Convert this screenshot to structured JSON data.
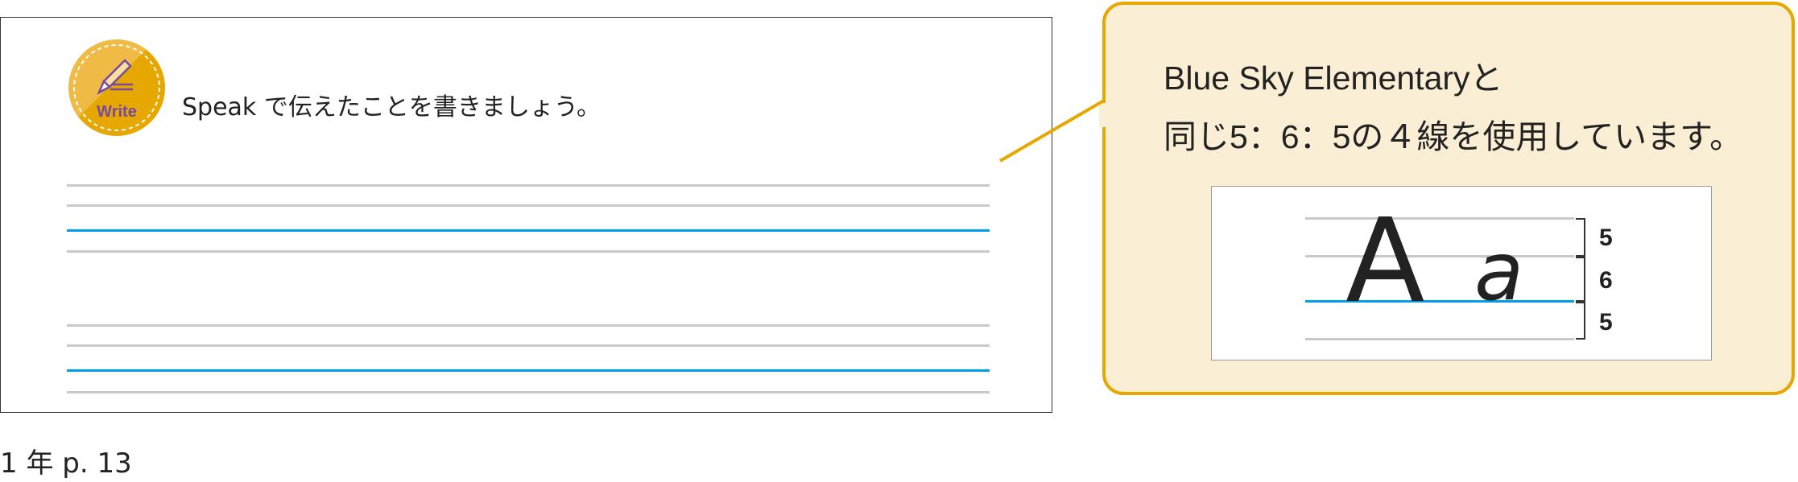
{
  "worksheet": {
    "badge_label": "Write",
    "instruction": "Speak で伝えたことを書きましょう。"
  },
  "caption": "1 年 p. 13",
  "callout": {
    "line1": "Blue Sky Elementaryと",
    "line2": "同じ5：6：5の４線を使用しています。",
    "sample_upper": "A",
    "sample_lower": "a",
    "ratios": [
      "5",
      "6",
      "5"
    ]
  },
  "colors": {
    "accent": "#e6a800",
    "callout_bg": "#faeed4",
    "guide_blue": "#00a0e9",
    "guide_gray": "#c9c9c9",
    "badge_text": "#7a4aa0"
  }
}
